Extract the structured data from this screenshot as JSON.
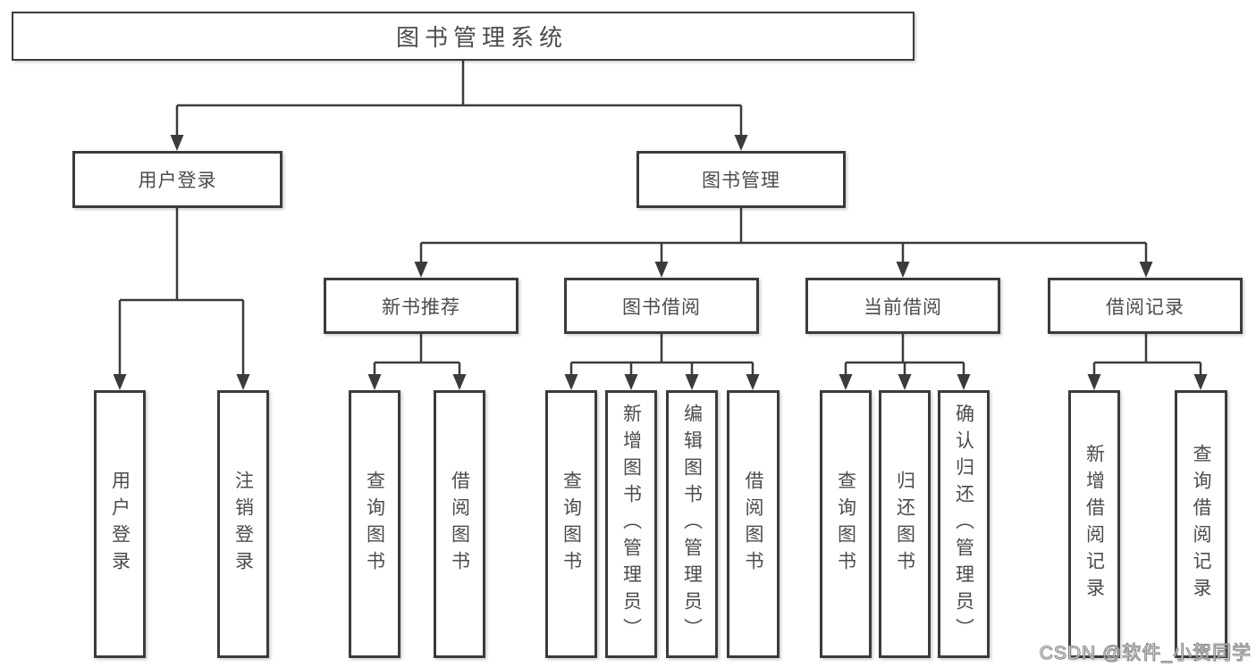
{
  "root": {
    "label": "图书管理系统"
  },
  "level2": [
    {
      "label": "用户登录",
      "children": [
        {
          "label": "用户登录"
        },
        {
          "label": "注销登录"
        }
      ]
    },
    {
      "label": "图书管理",
      "children": [
        {
          "label": "新书推荐",
          "children": [
            {
              "label": "查询图书"
            },
            {
              "label": "借阅图书"
            }
          ]
        },
        {
          "label": "图书借阅",
          "children": [
            {
              "label": "查询图书"
            },
            {
              "label": "新增图书（管理员）"
            },
            {
              "label": "编辑图书（管理员）"
            },
            {
              "label": "借阅图书"
            }
          ]
        },
        {
          "label": "当前借阅",
          "children": [
            {
              "label": "查询图书"
            },
            {
              "label": "归还图书"
            },
            {
              "label": "确认归还（管理员）"
            }
          ]
        },
        {
          "label": "借阅记录",
          "children": [
            {
              "label": "新增借阅记录"
            },
            {
              "label": "查询借阅记录"
            }
          ]
        }
      ]
    }
  ],
  "watermark": "CSDN @软件_小贺同学",
  "colors": {
    "line": "#3b3b3b",
    "text": "#4c4c4c",
    "background": "#ffffff",
    "watermark_fill": "#f2f2f2",
    "watermark_edge": "#878787"
  }
}
